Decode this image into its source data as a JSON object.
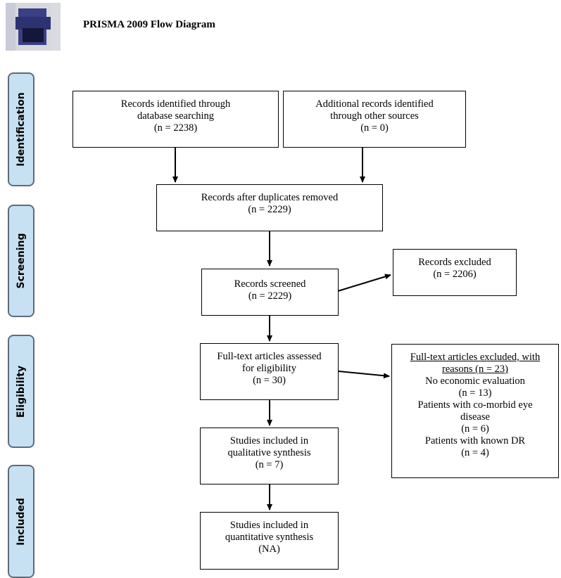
{
  "header": {
    "title": "PRISMA 2009 Flow Diagram"
  },
  "phases": {
    "identification": "Identification",
    "screening": "Screening",
    "eligibility": "Eligibility",
    "included": "Included"
  },
  "boxes": {
    "database_search": {
      "line1": "Records identified through",
      "line2": "database searching",
      "line3": "(n = 2238)"
    },
    "other_sources": {
      "line1": "Additional records identified",
      "line2": "through other sources",
      "line3": "(n = 0)"
    },
    "duplicates_removed": {
      "line1": "Records after duplicates removed",
      "line2": "(n = 2229)"
    },
    "screened": {
      "line1": "Records screened",
      "line2": "(n = 2229)"
    },
    "excluded": {
      "line1": "Records excluded",
      "line2": "(n = 2206)"
    },
    "fulltext_assessed": {
      "line1": "Full-text articles assessed",
      "line2": "for eligibility",
      "line3": "(n = 30)"
    },
    "fulltext_excluded": {
      "line1": "Full-text articles excluded, with",
      "line2": "reasons (n = 23)",
      "line3": "No economic evaluation",
      "line4": "(n = 13)",
      "line5": "Patients with co-morbid eye",
      "line6": "disease",
      "line7": "(n = 6)",
      "line8": "Patients with known DR",
      "line9": "(n = 4)"
    },
    "qualitative": {
      "line1": "Studies included in",
      "line2": "qualitative  synthesis",
      "line3": "(n = 7)"
    },
    "quantitative": {
      "line1": "Studies included in",
      "line2": "quantitative synthesis",
      "line3": "(NA)"
    }
  }
}
